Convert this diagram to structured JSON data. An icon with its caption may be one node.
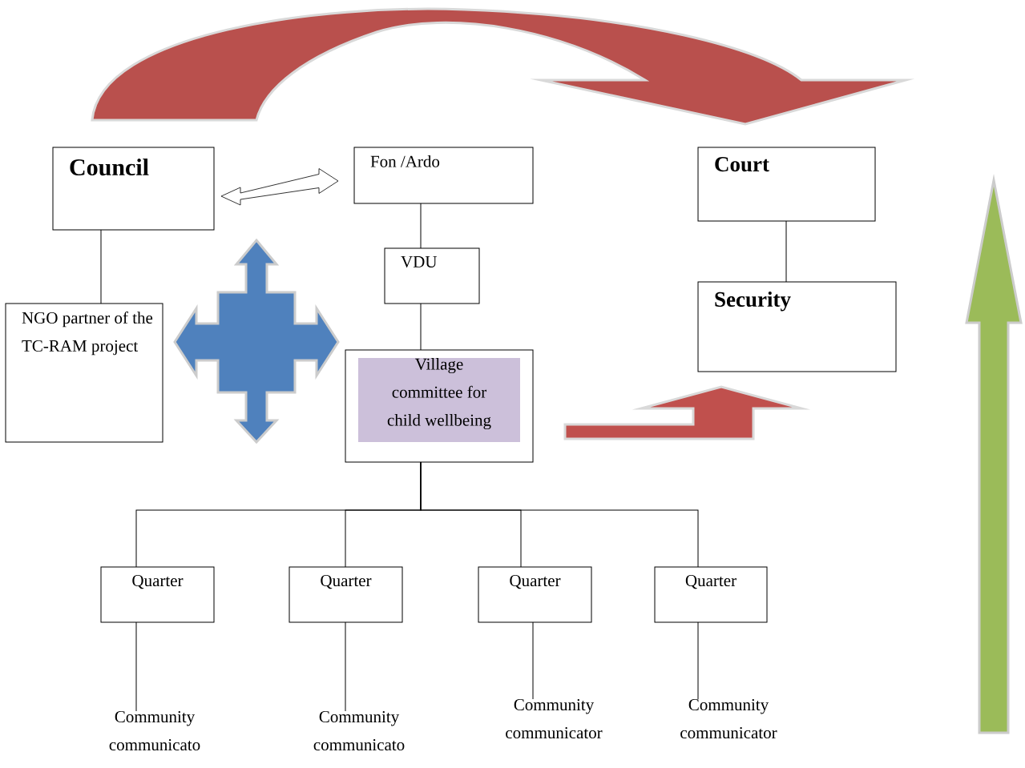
{
  "diagram": {
    "nodes": [
      {
        "text": [
          "Council"
        ]
      },
      {
        "text": [
          "Fon /Ardo"
        ]
      },
      {
        "text": [
          "Court"
        ]
      },
      {
        "text": [
          "NGO partner of the TC-RAM project"
        ]
      },
      {
        "text": [
          "VDU"
        ]
      },
      {
        "text": [
          "Security"
        ]
      },
      {
        "text": [
          "Village committee for child wellbeing"
        ]
      },
      {
        "text": [
          "Quarter"
        ]
      },
      {
        "text": [
          "Quarter"
        ]
      },
      {
        "text": [
          "Quarter"
        ]
      },
      {
        "text": [
          "Quarter"
        ]
      },
      {
        "text": [
          "Community communicato"
        ]
      },
      {
        "text": [
          "Community communicato"
        ]
      },
      {
        "text": [
          "Community communicator"
        ]
      },
      {
        "text": [
          "Community communicator"
        ]
      }
    ],
    "edges": [
      {
        "from": 0,
        "to": 2,
        "arrow": "to",
        "style": "thick",
        "color": "#b9504d"
      },
      {
        "from": 0,
        "to": 1,
        "arrow": "both"
      },
      {
        "from": 0,
        "to": 3,
        "arrow": "none"
      },
      {
        "from": 1,
        "to": 4,
        "arrow": "none"
      },
      {
        "from": 4,
        "to": 6,
        "arrow": "none"
      },
      {
        "from": 2,
        "to": 5,
        "arrow": "none"
      },
      {
        "from": 6,
        "to": 5,
        "arrow": "to",
        "style": "thick",
        "color": "#c0504d"
      },
      {
        "from": 6,
        "to": 7,
        "arrow": "none"
      },
      {
        "from": 6,
        "to": 8,
        "arrow": "none"
      },
      {
        "from": 6,
        "to": 9,
        "arrow": "none"
      },
      {
        "from": 6,
        "to": 10,
        "arrow": "none"
      },
      {
        "from": 7,
        "to": 11,
        "arrow": "none"
      },
      {
        "from": 8,
        "to": 12,
        "arrow": "none"
      },
      {
        "from": 9,
        "to": 13,
        "arrow": "none"
      },
      {
        "from": 10,
        "to": 14,
        "arrow": "none"
      }
    ]
  }
}
